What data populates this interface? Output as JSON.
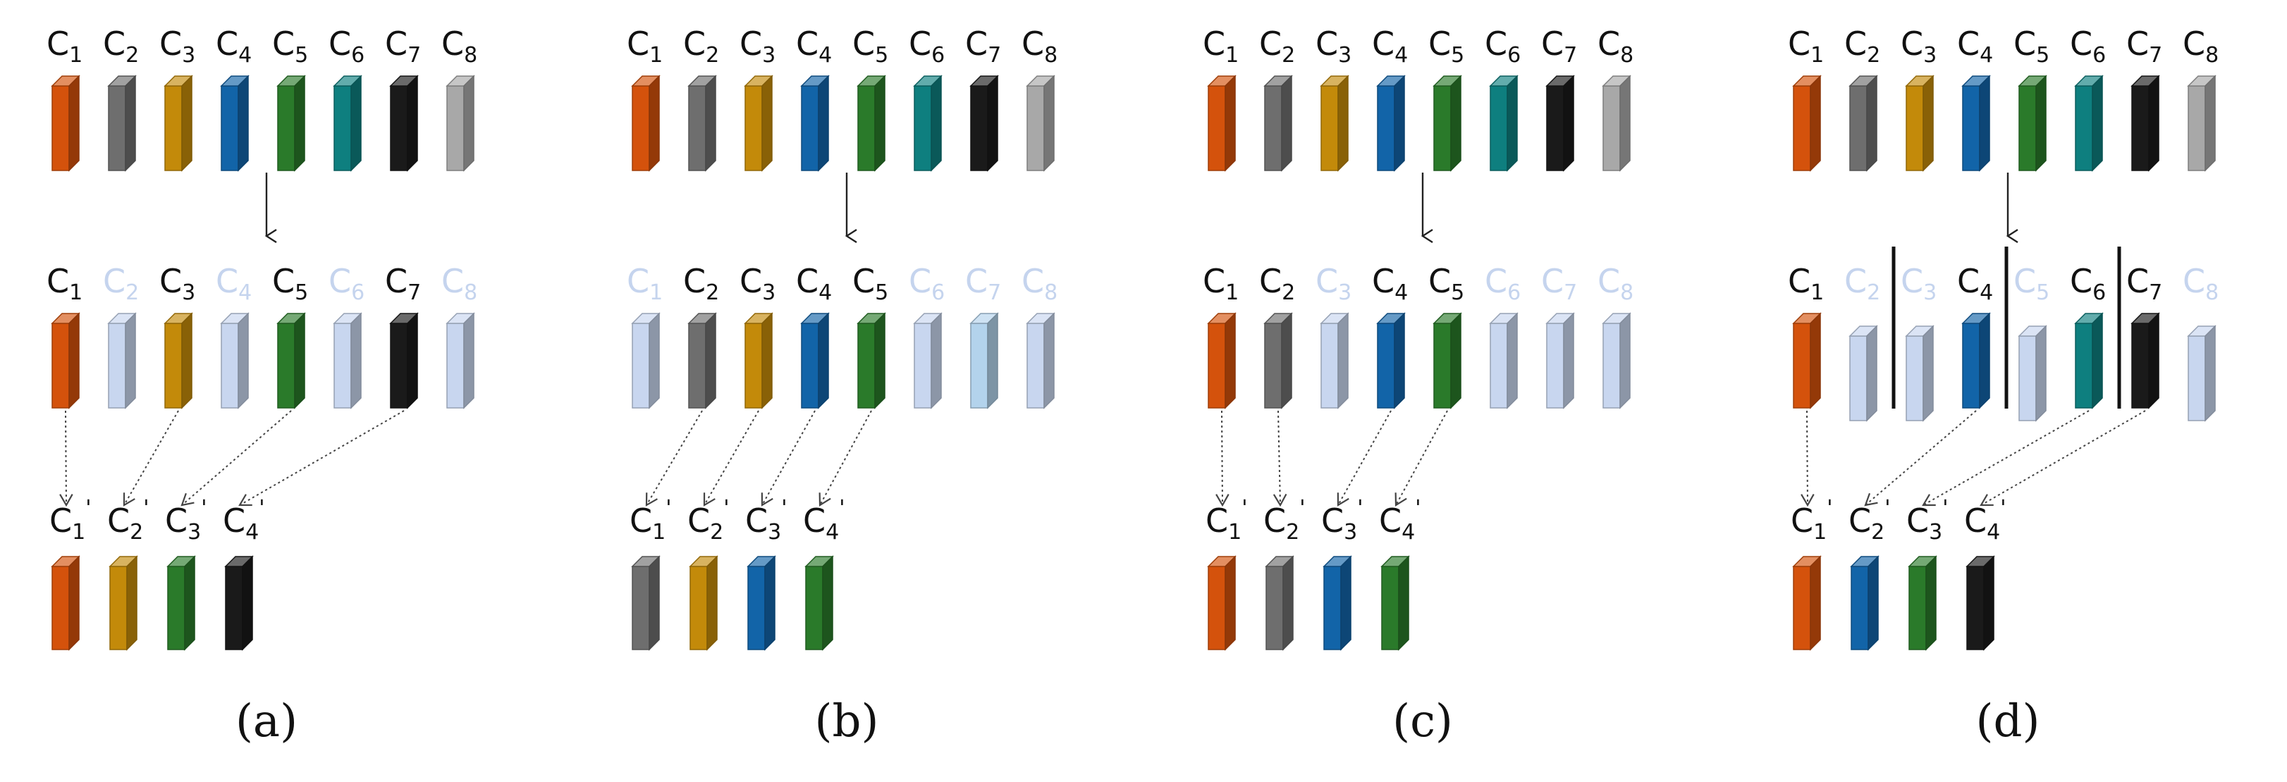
{
  "colors": {
    "C1": "#d4520c",
    "C2": "#6e6e6e",
    "C3": "#c38a0a",
    "C4": "#1264a8",
    "C5": "#2a7a2a",
    "C6": "#0e7f7f",
    "C7": "#1a1a1a",
    "C8": "#a8a8a8",
    "faded": "#c8d6ef",
    "faded_c7_b": "#b3d3ec",
    "faded_text": "#c5d4ee",
    "text": "#111111"
  },
  "panels": [
    {
      "id": "a",
      "caption": "(a)",
      "top": [
        "1",
        "2",
        "3",
        "4",
        "5",
        "6",
        "7",
        "8"
      ],
      "selected": [
        "1",
        "3",
        "5",
        "7"
      ],
      "dividers": [],
      "bottom": [
        {
          "label": "1",
          "color": "C1"
        },
        {
          "label": "2",
          "color": "C3"
        },
        {
          "label": "3",
          "color": "C5"
        },
        {
          "label": "4",
          "color": "C7"
        }
      ]
    },
    {
      "id": "b",
      "caption": "(b)",
      "top": [
        "1",
        "2",
        "3",
        "4",
        "5",
        "6",
        "7",
        "8"
      ],
      "selected": [
        "2",
        "3",
        "4",
        "5"
      ],
      "dividers": [],
      "bottom": [
        {
          "label": "1",
          "color": "C2"
        },
        {
          "label": "2",
          "color": "C3"
        },
        {
          "label": "3",
          "color": "C4"
        },
        {
          "label": "4",
          "color": "C5"
        }
      ]
    },
    {
      "id": "c",
      "caption": "(c)",
      "top": [
        "1",
        "2",
        "3",
        "4",
        "5",
        "6",
        "7",
        "8"
      ],
      "selected": [
        "1",
        "2",
        "4",
        "5"
      ],
      "dividers": [],
      "bottom": [
        {
          "label": "1",
          "color": "C1"
        },
        {
          "label": "2",
          "color": "C2"
        },
        {
          "label": "3",
          "color": "C4"
        },
        {
          "label": "4",
          "color": "C5"
        }
      ]
    },
    {
      "id": "d",
      "caption": "(d)",
      "top": [
        "1",
        "2",
        "3",
        "4",
        "5",
        "6",
        "7",
        "8"
      ],
      "selected": [
        "1",
        "4",
        "6",
        "7"
      ],
      "dividers": [
        2,
        4,
        6
      ],
      "bottom": [
        {
          "label": "1",
          "color": "C1"
        },
        {
          "label": "2",
          "color": "C4"
        },
        {
          "label": "3",
          "color": "C5"
        },
        {
          "label": "4",
          "color": "C7"
        }
      ]
    }
  ],
  "labels": {
    "channel_prefix": "C",
    "prime_mark": "'"
  }
}
